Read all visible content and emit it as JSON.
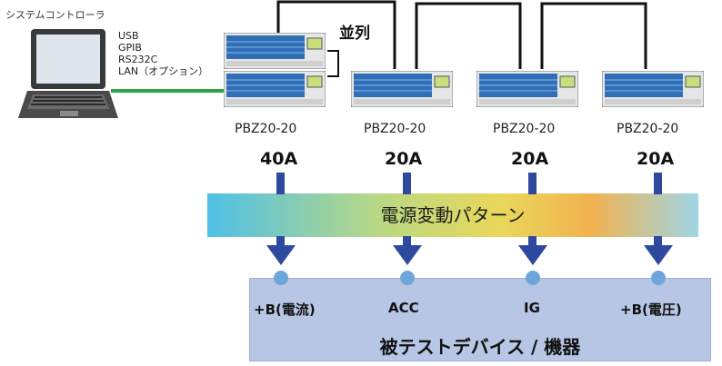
{
  "controller": {
    "label": "システムコントローラ"
  },
  "interfaces": [
    "USB",
    "GPIB",
    "RS232C",
    "LAN（オプション）"
  ],
  "parallel_label": "並列",
  "units": [
    {
      "model": "PBZ20-20",
      "current": "40A"
    },
    {
      "model": "PBZ20-20",
      "current": "20A"
    },
    {
      "model": "PBZ20-20",
      "current": "20A"
    },
    {
      "model": "PBZ20-20",
      "current": "20A"
    }
  ],
  "pattern_label": "電源変動パターン",
  "terminals": [
    "+B(電流)",
    "ACC",
    "IG",
    "+B(電圧)"
  ],
  "device_label": "被テストデバイス / 機器",
  "colors": {
    "arrow": "#2e4a9e",
    "cable": "#2fa34a",
    "device_bg": "#b6c6e4",
    "terminal_dot": "#6ea6dc",
    "psu_body": "#2e6fb7"
  }
}
